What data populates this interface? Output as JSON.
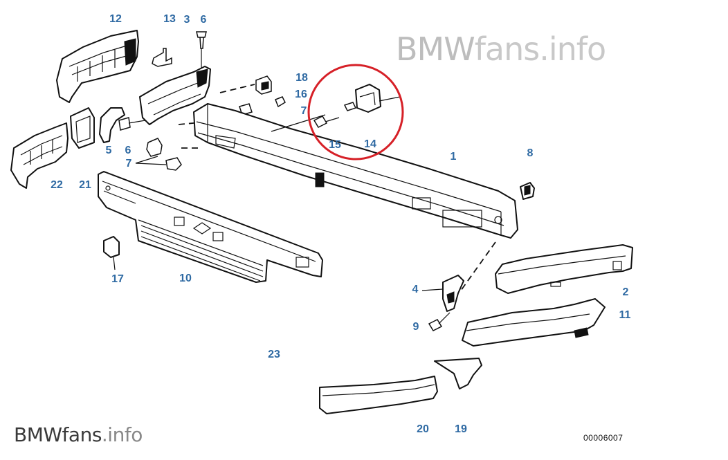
{
  "watermark": {
    "top": {
      "brand": "BMW",
      "rest": "fans.info"
    },
    "bottom": {
      "brand": "BMWfans",
      "suffix": ".info"
    }
  },
  "diagram_ref": "00006007",
  "callout": {
    "color": "#d62027",
    "encircled_labels": [
      "14",
      "15"
    ]
  },
  "label_color": "#2f6aa3",
  "labels": [
    {
      "id": "lbl-12",
      "text": "12"
    },
    {
      "id": "lbl-13",
      "text": "13"
    },
    {
      "id": "lbl-3",
      "text": "3"
    },
    {
      "id": "lbl-6a",
      "text": "6"
    },
    {
      "id": "lbl-18",
      "text": "18"
    },
    {
      "id": "lbl-16",
      "text": "16"
    },
    {
      "id": "lbl-7a",
      "text": "7"
    },
    {
      "id": "lbl-15",
      "text": "15"
    },
    {
      "id": "lbl-14",
      "text": "14"
    },
    {
      "id": "lbl-5",
      "text": "5"
    },
    {
      "id": "lbl-6b",
      "text": "6"
    },
    {
      "id": "lbl-7b",
      "text": "7"
    },
    {
      "id": "lbl-22",
      "text": "22"
    },
    {
      "id": "lbl-21",
      "text": "21"
    },
    {
      "id": "lbl-1",
      "text": "1"
    },
    {
      "id": "lbl-8",
      "text": "8"
    },
    {
      "id": "lbl-17",
      "text": "17"
    },
    {
      "id": "lbl-10",
      "text": "10"
    },
    {
      "id": "lbl-4",
      "text": "4"
    },
    {
      "id": "lbl-2",
      "text": "2"
    },
    {
      "id": "lbl-9",
      "text": "9"
    },
    {
      "id": "lbl-11",
      "text": "11"
    },
    {
      "id": "lbl-23",
      "text": "23"
    },
    {
      "id": "lbl-20",
      "text": "20"
    },
    {
      "id": "lbl-19",
      "text": "19"
    }
  ]
}
